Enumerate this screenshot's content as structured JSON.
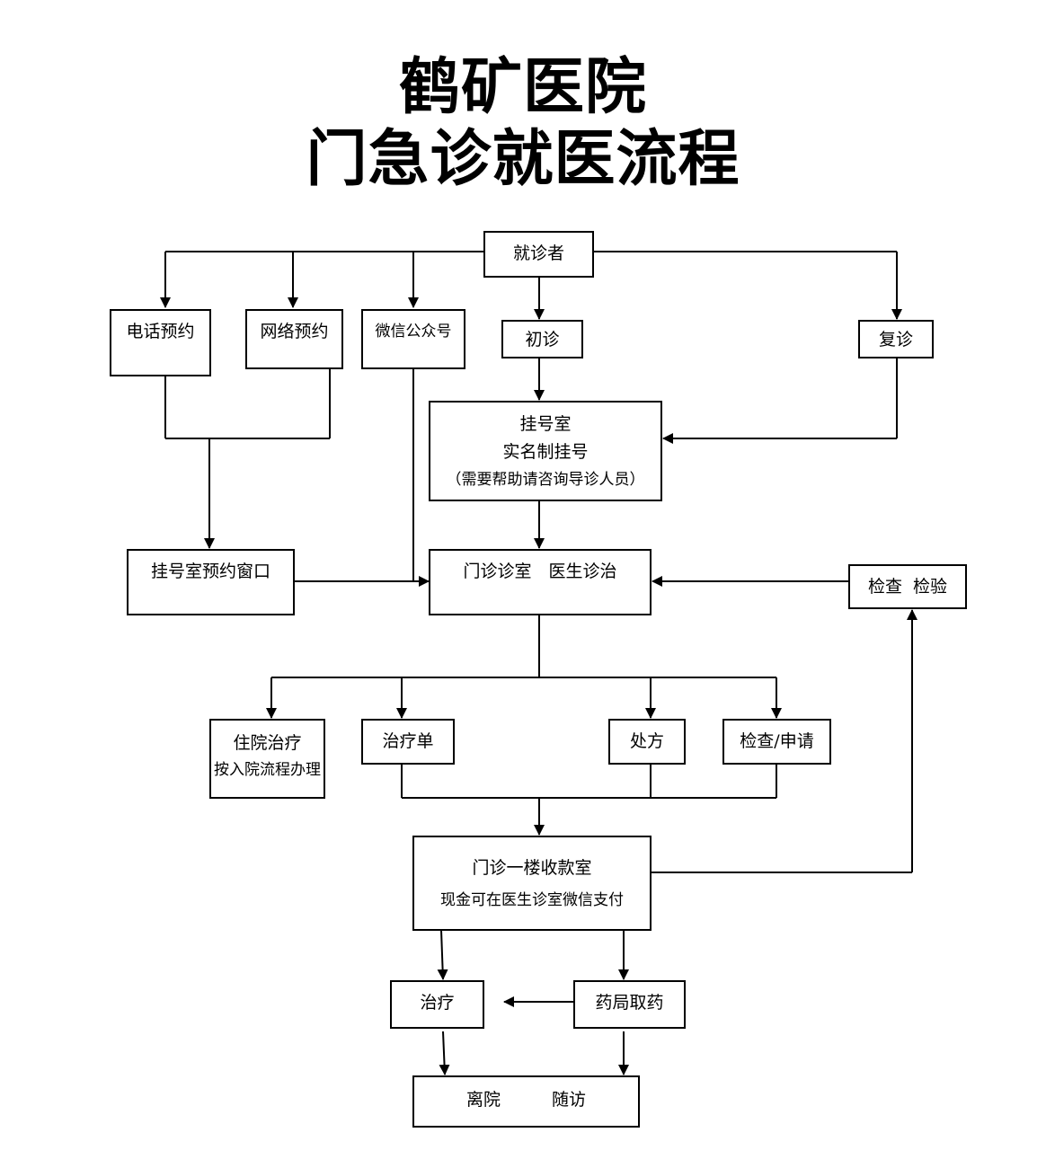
{
  "title": {
    "line1": "鹤矿医院",
    "line2": "门急诊就医流程"
  },
  "nodes": {
    "patient": "就诊者",
    "phone": "电话预约",
    "online": "网络预约",
    "wechat": "微信公众号",
    "first_visit": "初诊",
    "revisit": "复诊",
    "registration": {
      "line1": "挂号室",
      "line2": "实名制挂号",
      "line3": "（需要帮助请咨询导诊人员）"
    },
    "appointment_window": "挂号室预约窗口",
    "clinic": "门诊诊室　医生诊治",
    "exam_lab": "检查  检验",
    "hospitalization": {
      "line1": "住院治疗",
      "line2": "按入院流程办理"
    },
    "treatment_order": "治疗单",
    "prescription": "处方",
    "exam_request": "检查/申请",
    "cashier": {
      "line1": "门诊一楼收款室",
      "line2": "现金可在医生诊室微信支付"
    },
    "treatment": "治疗",
    "pharmacy": "药局取药",
    "discharge": "离院　　　随访"
  }
}
